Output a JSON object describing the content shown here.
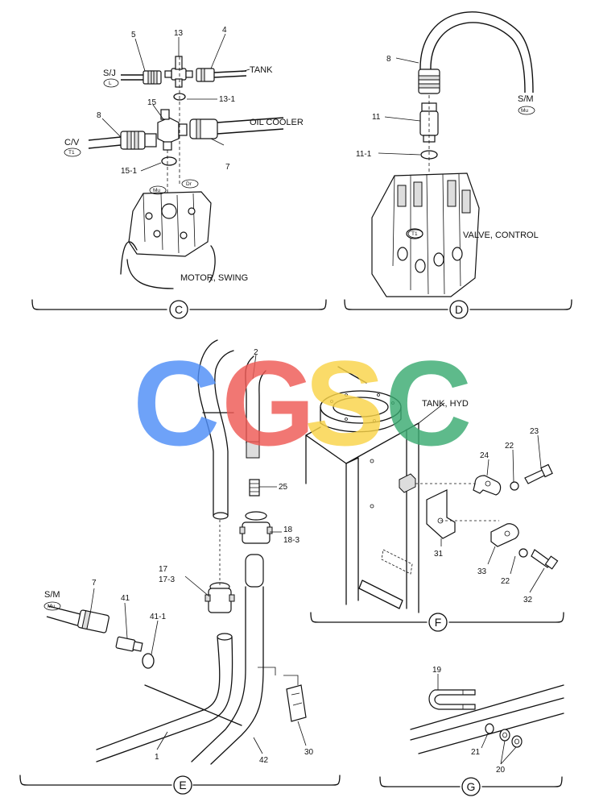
{
  "sections": {
    "C": {
      "letter": "C",
      "labels": {
        "p5": "5",
        "p13": "13",
        "p4": "4",
        "sj": "S/J",
        "sj_tag": "L",
        "tank": "TANK",
        "p13_1": "13-1",
        "p15": "15",
        "p8": "8",
        "oil_cooler": "OIL COOLER",
        "cv": "C/V",
        "cv_tag": "T1",
        "p7": "7",
        "p15_1": "15-1",
        "mu_tag": "Mu",
        "dr_tag": "Dr",
        "motor": "MOTOR, SWING"
      }
    },
    "D": {
      "letter": "D",
      "labels": {
        "p8": "8",
        "p11": "11",
        "p11_1": "11-1",
        "sm": "S/M",
        "sm_tag": "Mu",
        "t1_tag": "T1",
        "valve": "VALVE, CONTROL"
      }
    },
    "E": {
      "letter": "E",
      "labels": {
        "p2": "2",
        "p25": "25",
        "p18": "18",
        "p18_3": "18-3",
        "p17": "17",
        "p17_3": "17-3",
        "sm": "S/M",
        "sm_tag": "Mu",
        "p7": "7",
        "p41": "41",
        "p41_1": "41-1",
        "p1": "1",
        "p42": "42",
        "p30": "30"
      }
    },
    "F": {
      "letter": "F",
      "labels": {
        "tank_hyd": "TANK, HYD",
        "p23": "23",
        "p22a": "22",
        "p24": "24",
        "p31": "31",
        "p33": "33",
        "p22b": "22",
        "p32": "32"
      }
    },
    "G": {
      "letter": "G",
      "labels": {
        "p19": "19",
        "p21": "21",
        "p20": "20"
      }
    }
  },
  "watermark": {
    "letters": [
      "C",
      "G",
      "S",
      "C"
    ],
    "colors": [
      "#4f8ef7",
      "#ef5a55",
      "#f9d449",
      "#3bab72"
    ]
  }
}
